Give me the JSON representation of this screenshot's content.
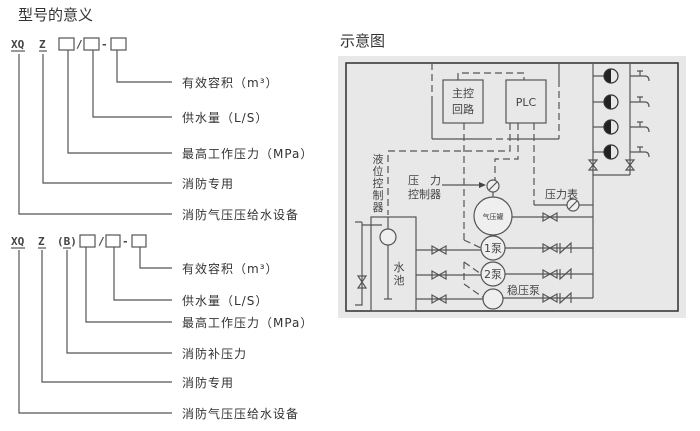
{
  "left": {
    "title": "型号的意义",
    "model1": {
      "code": {
        "xq": "XQ",
        "z": "Z",
        "slash": "/",
        "dash": "-"
      },
      "labels": [
        "有效容积（m³）",
        "供水量（L/S）",
        "最高工作压力（MPa）",
        "消防专用",
        "消防气压压给水设备"
      ]
    },
    "model2": {
      "code": {
        "xq": "XQ",
        "z": "Z",
        "b": "(B)",
        "slash": "/",
        "dash": "-"
      },
      "labels": [
        "有效容积（m³）",
        "供水量（L/S）",
        "最高工作压力（MPa）",
        "消防补压力",
        "消防专用",
        "消防气压压给水设备"
      ]
    }
  },
  "right": {
    "title": "示意图",
    "main_circuit": [
      "主控",
      "回路"
    ],
    "plc": "PLC",
    "level_controller": [
      "液",
      "位",
      "控",
      "制",
      "器"
    ],
    "pressure_controller": [
      "压　力",
      "控制器"
    ],
    "pressure_gauge": "压力表",
    "air_tank": "气压罐",
    "pump1": "1泵",
    "pump2": "2泵",
    "stabilizer_pump": "稳压泵",
    "water_tank": [
      "水",
      "池"
    ]
  },
  "colors": {
    "panel_bg": "#e8e8e8",
    "line": "#555555",
    "text": "#333333"
  }
}
